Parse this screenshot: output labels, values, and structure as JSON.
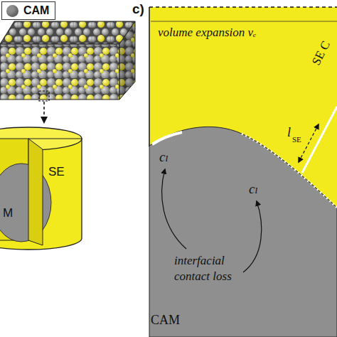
{
  "diagram": {
    "labels": [
      "SE",
      "M",
      "c)",
      "volume expansion vₑ",
      "cₗ",
      "l",
      "SE",
      "SE C",
      "cₗ",
      "interfacial contact loss",
      "CAM"
    ],
    "legend": [
      {
        "text": "CAM",
        "color": "#8f8f8f"
      }
    ]
  }
}
